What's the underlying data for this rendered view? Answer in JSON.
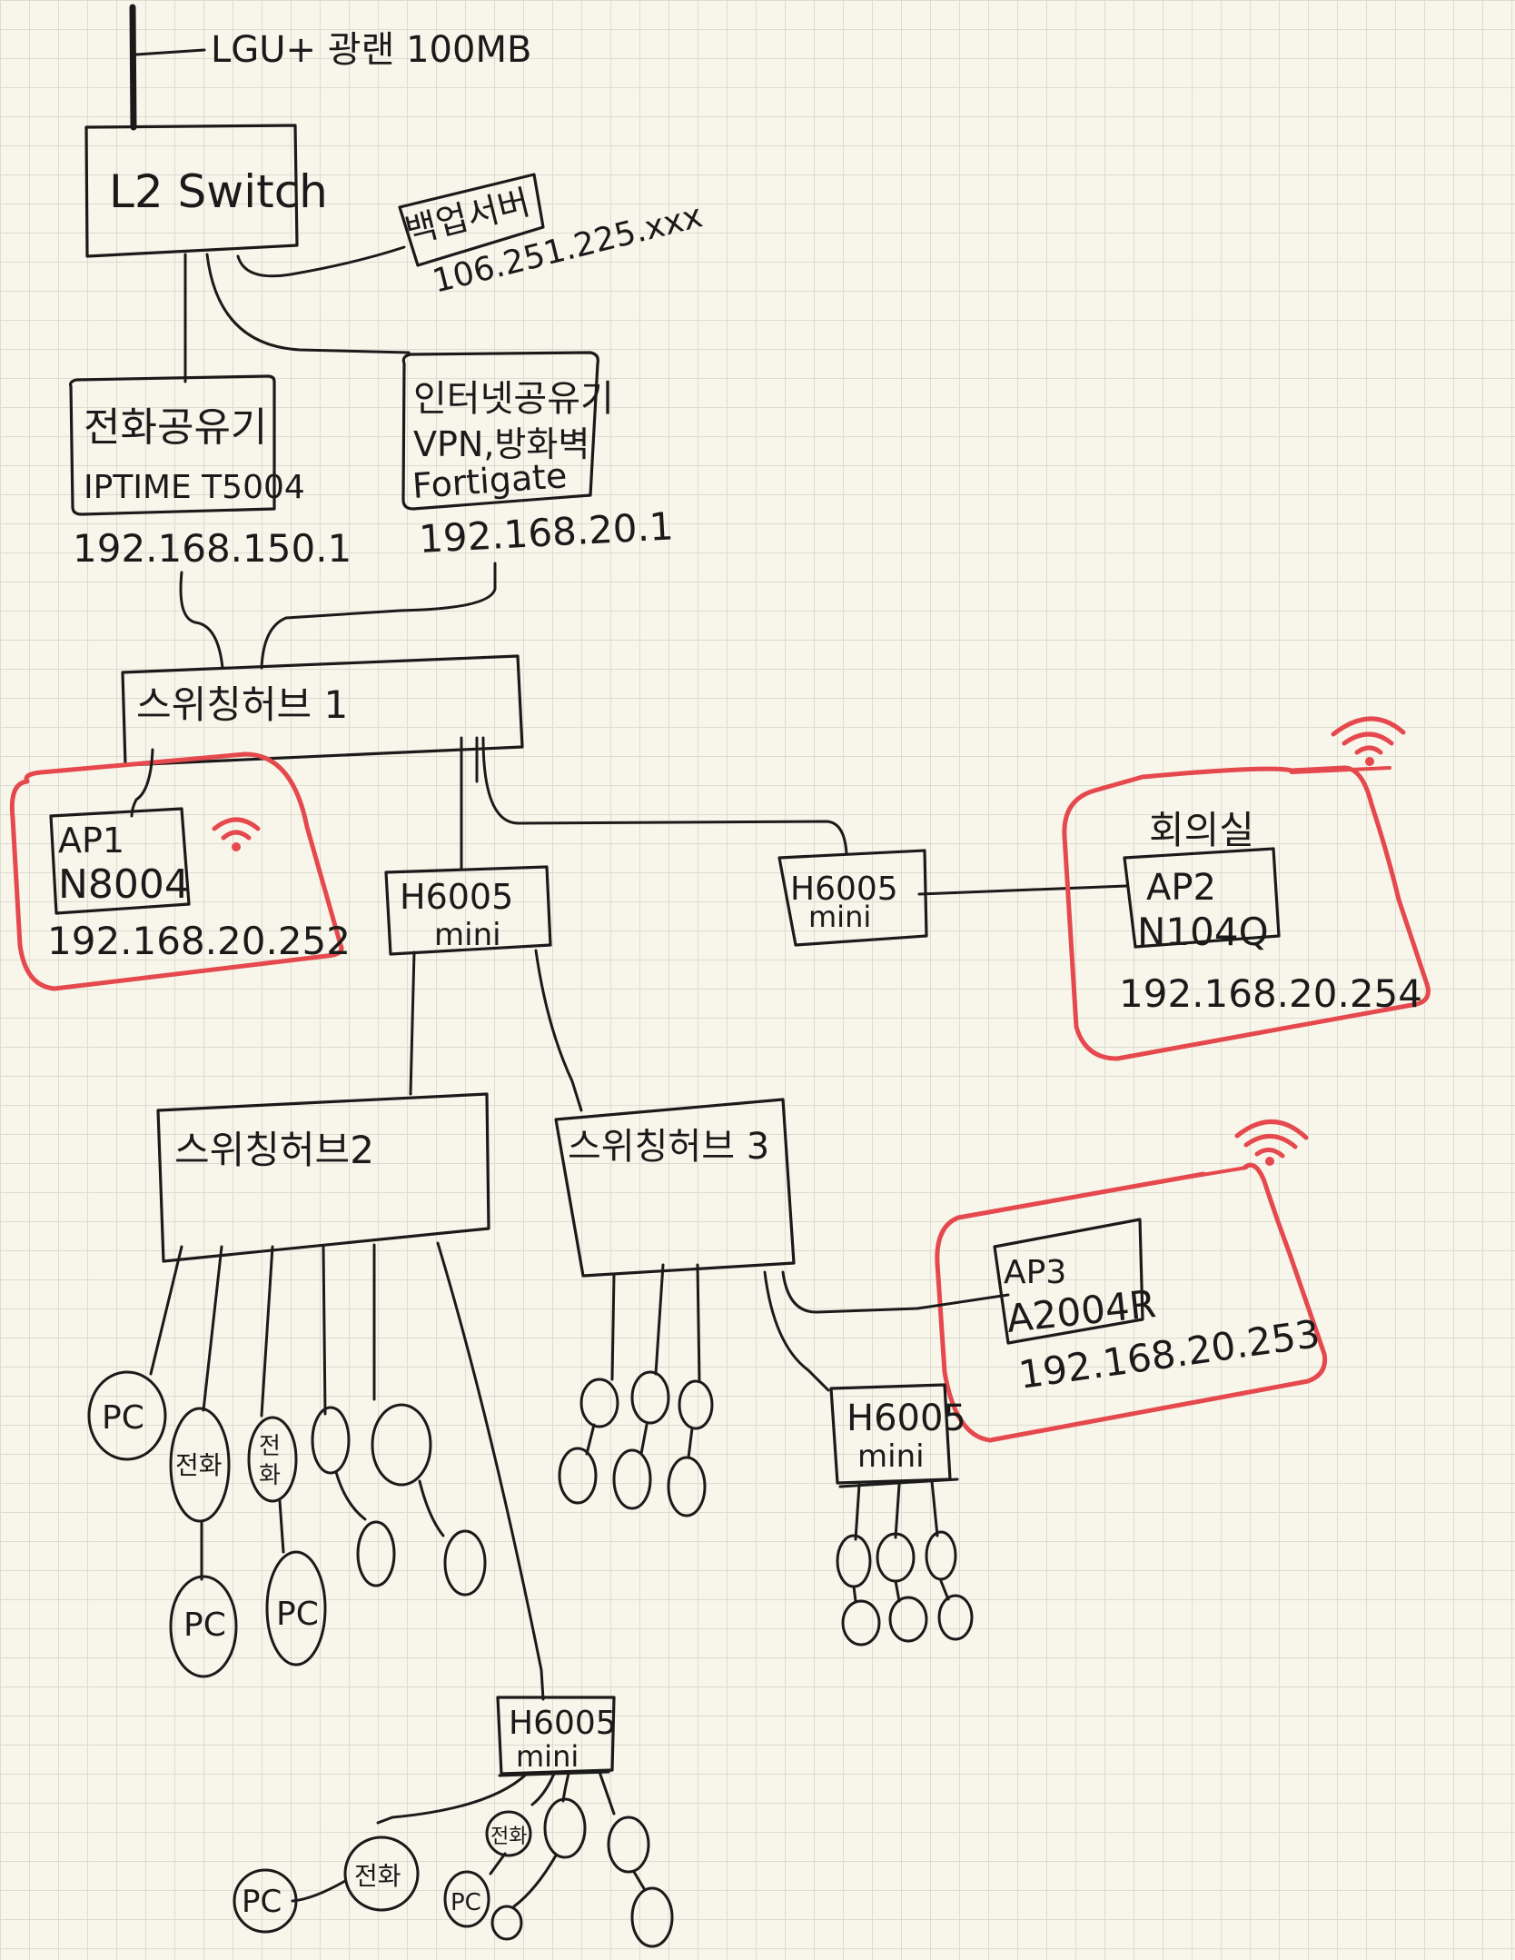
{
  "uplink": {
    "label": "LGU+ 광랜 100MB"
  },
  "l2_switch": {
    "label": "L2 Switch"
  },
  "backup_server": {
    "label": "백업서버",
    "ip": "106.251.225.xxx"
  },
  "phone_router": {
    "line1": "전화공유기",
    "line2": "IPTIME T5004",
    "ip": "192.168.150.1"
  },
  "internet_router": {
    "line1": "인터넷공유기",
    "line2": "VPN,방화벽",
    "line3": "Fortigate",
    "ip": "192.168.20.1"
  },
  "hub1": {
    "label": "스위칭허브 1"
  },
  "hub2": {
    "label": "스위칭허브2"
  },
  "hub3": {
    "label": "스위칭허브 3"
  },
  "ap1": {
    "line1": "AP1",
    "line2": "N8004",
    "ip": "192.168.20.252"
  },
  "ap2": {
    "room": "회의실",
    "line1": "AP2",
    "line2": "N104Q",
    "ip": "192.168.20.254"
  },
  "ap3": {
    "line1": "AP3",
    "line2": "A2004R",
    "ip": "192.168.20.253"
  },
  "mini_switch": {
    "line1": "H6005",
    "line2": "mini"
  },
  "devices": {
    "pc": "PC",
    "phone": "전화",
    "phone_stacked_1": "전",
    "phone_stacked_2": "화"
  }
}
